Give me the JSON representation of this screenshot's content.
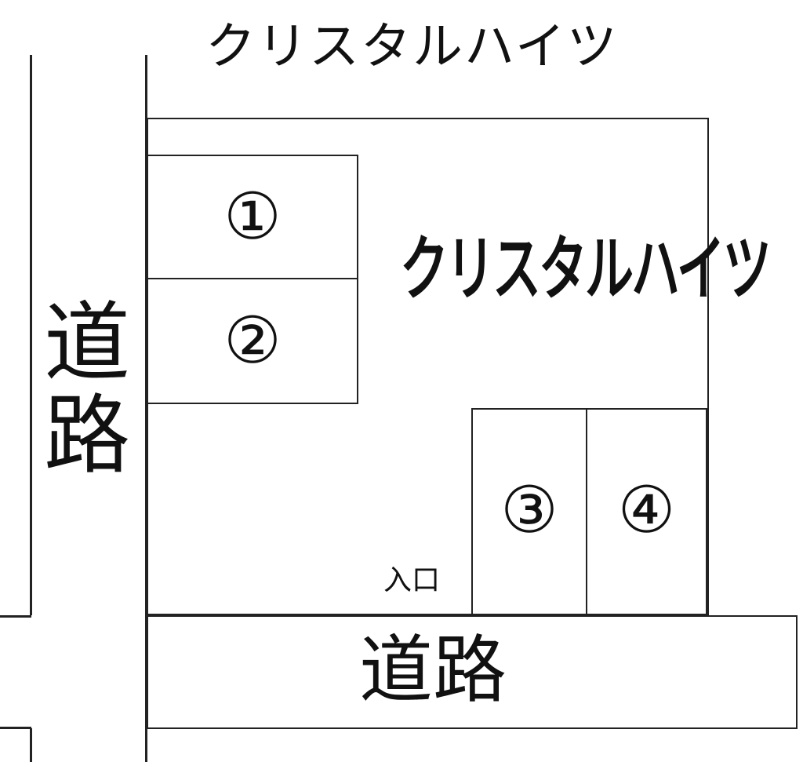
{
  "header": {
    "title": "クリスタルハイツ"
  },
  "building": {
    "label": "クリスタルハイツ"
  },
  "road_left": {
    "label_1": "道",
    "label_2": "路"
  },
  "road_bottom": {
    "label": "道路"
  },
  "entrance": {
    "label": "入口"
  },
  "spaces": [
    {
      "label": "①"
    },
    {
      "label": "②"
    },
    {
      "label": "③"
    },
    {
      "label": "④"
    }
  ],
  "colors": {
    "line": "#222222",
    "background": "#ffffff"
  }
}
